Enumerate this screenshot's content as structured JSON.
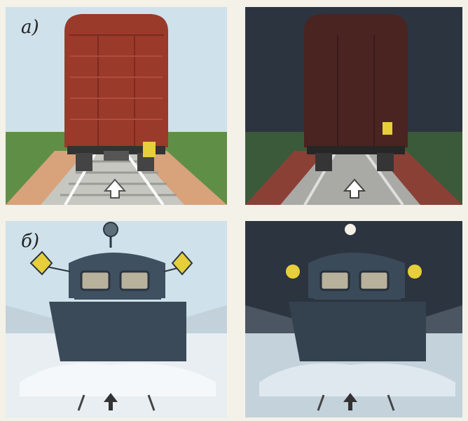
{
  "panels": [
    {
      "id": "a-day",
      "caption": "а)"
    },
    {
      "id": "a-night",
      "caption": ""
    },
    {
      "id": "b-day",
      "caption": "б)"
    },
    {
      "id": "b-night",
      "caption": ""
    }
  ],
  "colors": {
    "day_sky": "#c9dde8",
    "night_sky": "#2c3440",
    "grass_day": "#5f8f47",
    "grass_night": "#3b5a3a",
    "wagon_red": "#9a3a2b",
    "wagon_dark": "#4a2421",
    "signal_yellow": "#e6cf3a",
    "plow_body": "#3f5061",
    "snow": "#e8eef2"
  },
  "icons": [
    "up-arrow-icon",
    "down-arrow-icon",
    "square-signal-icon",
    "round-lamp-icon",
    "flag-signal-icon",
    "headlight-icon"
  ]
}
